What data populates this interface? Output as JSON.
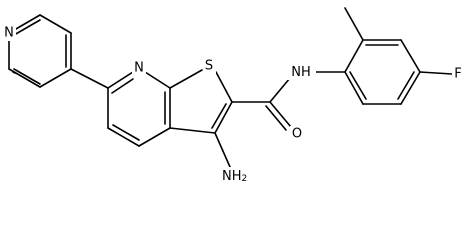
{
  "structure": {
    "atom_labels": {
      "pyridine_n": "N",
      "fused_ring_n": "N",
      "thiophene_s": "S",
      "amide_n": "N",
      "amide_h": "H",
      "carbonyl_o": "O",
      "amino_n": "N",
      "amino_h": "H",
      "amino_h_count": "2",
      "fluorine": "F"
    }
  }
}
